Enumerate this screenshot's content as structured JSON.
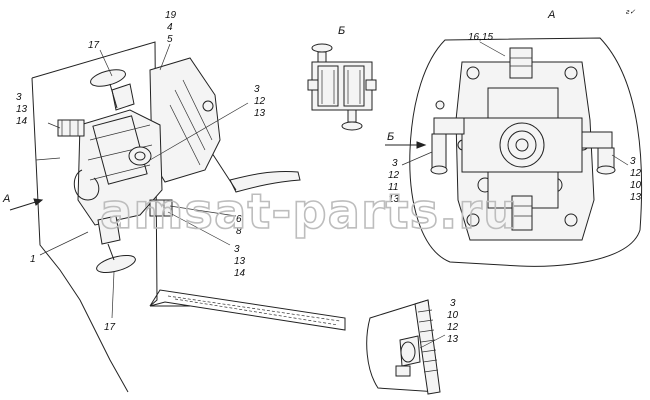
{
  "views": {
    "main_arrow": "A",
    "detail_A": "A",
    "detail_B": "Б",
    "section_B": "Б"
  },
  "labels": {
    "l19": "19",
    "l4": "4",
    "l5": "5",
    "l17_top": "17",
    "l3_left": "3",
    "l13_left": "13",
    "l14_left": "14",
    "l3_mid": "3",
    "l12_mid": "12",
    "l13_mid": "13",
    "l1": "1",
    "l6": "6",
    "l8": "8",
    "l3_low": "3",
    "l13_low": "13",
    "l14_low": "14",
    "l17_bottom": "17",
    "l1615": "16,15",
    "lA_left_3": "3",
    "lA_left_12": "12",
    "lA_left_11": "11",
    "lA_left_13": "13",
    "lA_right_3": "3",
    "lA_right_12": "12",
    "lA_right_10": "10",
    "lA_right_13": "13",
    "lS_3": "3",
    "lS_10": "10",
    "lS_12": "12",
    "lS_13": "13"
  },
  "watermark": "amsat-parts.ru",
  "corner_mark": "г✓"
}
